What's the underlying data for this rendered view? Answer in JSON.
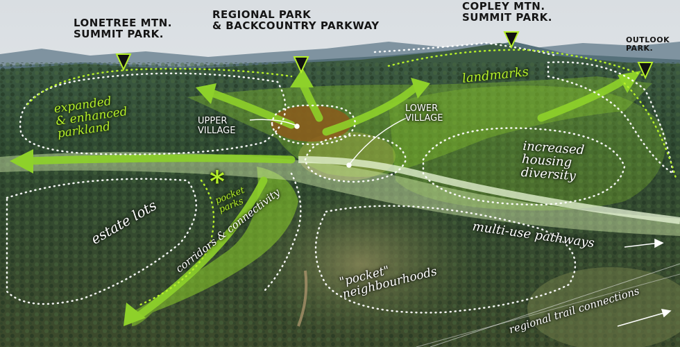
{
  "colors": {
    "green": "#8ed12a",
    "lime": "#b6f02a",
    "white": "#ffffff",
    "black": "#111111",
    "village": "#8a1c14"
  },
  "icons": {
    "summit": "triangle-marker-icon",
    "pocket_park": "asterisk-icon",
    "arrow": "arrow-icon"
  },
  "labels": {
    "lonetree": "LONETREE MTN.\nSUMMIT PARK.",
    "regional_park": "REGIONAL PARK\n& BACKCOUNTRY PARKWAY",
    "copley": "COPLEY MTN.\nSUMMIT PARK.",
    "outlook": "OUTLOOK\nPARK.",
    "landmarks": "landmarks",
    "expanded": "expanded\n& enhanced\nparkland",
    "upper_village": "UPPER\nVILLAGE",
    "lower_village": "LOWER\nVILLAGE",
    "housing": "increased\nhousing\ndiversity",
    "pocket_parks_mark": "*",
    "pocket_parks": "pocket\nparks",
    "estate": "estate lots",
    "corridors": "corridors & connectivity",
    "multiuse": "multi-use pathways",
    "pocket_neighbourhoods": "\"pocket\"\nneighbourhoods",
    "regional_trail": "regional trail connections"
  }
}
